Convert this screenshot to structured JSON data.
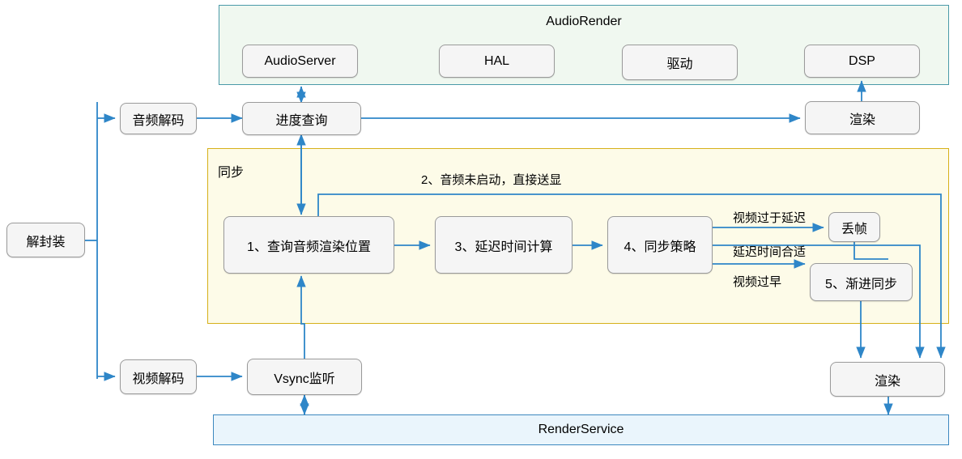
{
  "diagram": {
    "title": "Audio-Video Synchronization Pipeline",
    "colors": {
      "edge": "#2e86c8",
      "node_fill": "#f5f5f5",
      "node_border": "#9a9a9a",
      "audiorender_fill": "#f0f8f0",
      "audiorender_border": "#4a9aa8",
      "sync_fill": "#fdfbe8",
      "sync_border": "#d6b019",
      "service_fill": "#eaf5fc",
      "service_border": "#3d88bf"
    },
    "groups": {
      "audiorender": {
        "label": "AudioRender",
        "children": [
          {
            "label": "AudioServer"
          },
          {
            "label": "HAL"
          },
          {
            "label": "驱动"
          },
          {
            "label": "DSP"
          }
        ]
      },
      "sync": {
        "label": "同步",
        "children": [
          {
            "label": "1、查询音频渲染位置"
          },
          {
            "label": "3、延迟时间计算"
          },
          {
            "label": "4、同步策略"
          },
          {
            "label": "丢帧"
          },
          {
            "label": "5、渐进同步"
          }
        ]
      }
    },
    "nodes": {
      "demux": "解封装",
      "audio_decode": "音频解码",
      "video_decode": "视频解码",
      "progress_query": "进度查询",
      "vsync_listen": "Vsync监听",
      "render_top": "渲染",
      "render_bottom": "渲染",
      "query_audio_pos": "1、查询音频渲染位置",
      "delay_calc": "3、延迟时间计算",
      "sync_policy": "4、同步策略",
      "drop_frame": "丢帧",
      "progressive_sync": "5、渐进同步"
    },
    "services": {
      "render_service": "RenderService"
    },
    "edge_labels": {
      "audio_not_started": "2、音频未启动，直接送显",
      "video_too_late": "视频过于延迟",
      "delay_ok": "延迟时间合适",
      "video_too_early": "视频过早"
    }
  }
}
